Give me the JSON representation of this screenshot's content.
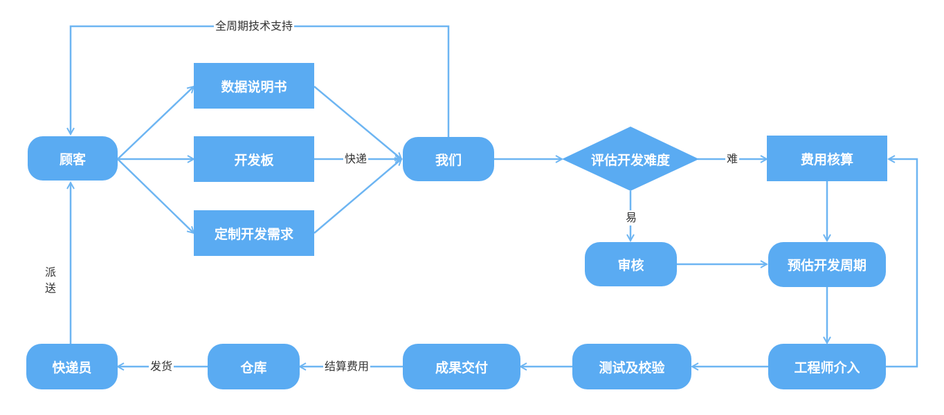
{
  "nodes": {
    "customer": "顾客",
    "data_manual": "数据说明书",
    "dev_board": "开发板",
    "custom_req": "定制开发需求",
    "us": "我们",
    "assess": "评估开发难度",
    "cost": "费用核算",
    "review": "审核",
    "estimate": "预估开发周期",
    "engineer": "工程师介入",
    "testing": "测试及校验",
    "delivery": "成果交付",
    "warehouse": "仓库",
    "courier": "快递员"
  },
  "edges": {
    "support": "全周期技术支持",
    "express": "快递",
    "hard": "难",
    "easy": "易",
    "settle": "结算费用",
    "ship": "发货",
    "dispatch_1": "派",
    "dispatch_2": "送"
  },
  "colors": {
    "node_fill": "#5aabf2",
    "line": "#6db5f2"
  }
}
